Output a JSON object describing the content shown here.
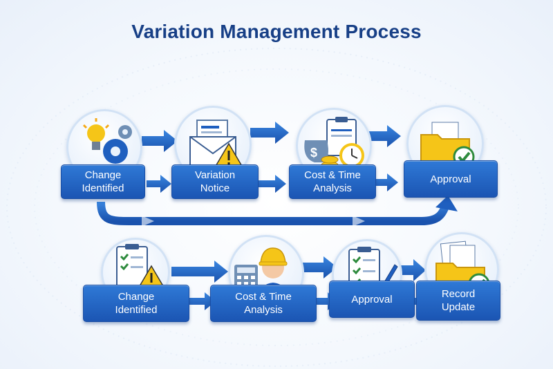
{
  "title": "Variation Management Process",
  "top_row": [
    {
      "line1": "Change",
      "line2": "Identified",
      "icon": "lightbulb-gears-icon"
    },
    {
      "line1": "Variation",
      "line2": "Notice",
      "icon": "envelope-warning-icon"
    },
    {
      "line1": "Cost & Time",
      "line2": "Analysis",
      "icon": "money-clipboard-clock-icon"
    },
    {
      "line1": "Approval",
      "line2": "",
      "icon": "folder-check-icon"
    }
  ],
  "bottom_row": [
    {
      "line1": "Change",
      "line2": "Identified",
      "icon": "clipboard-warning-icon"
    },
    {
      "line1": "Cost & Time",
      "line2": "Analysis",
      "icon": "engineer-calculator-icon"
    },
    {
      "line1": "Approval",
      "line2": "",
      "icon": "clipboard-pen-icon"
    },
    {
      "line1": "Record",
      "line2": "Update",
      "icon": "documents-folder-check-icon"
    }
  ],
  "colors": {
    "primary": "#1f5fbf",
    "title": "#173f86",
    "accent": "#f5c518",
    "success": "#2e8b3d"
  }
}
